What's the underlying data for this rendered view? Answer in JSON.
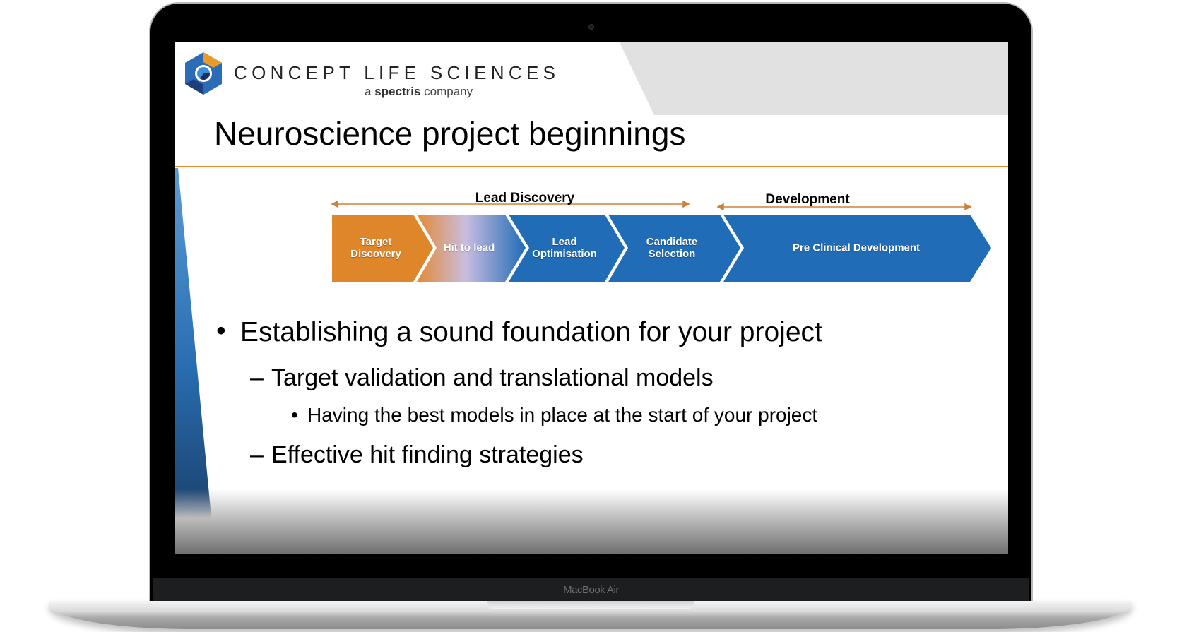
{
  "device": {
    "label": "MacBook Air"
  },
  "slide": {
    "brand": {
      "name": "CONCEPT LIFE SCIENCES",
      "tagline_prefix": "a",
      "tagline_brand": "spectris",
      "tagline_suffix": "company"
    },
    "title": "Neuroscience project beginnings",
    "phases": [
      {
        "label": "Lead Discovery"
      },
      {
        "label": "Development"
      }
    ],
    "steps": [
      {
        "line1": "Target",
        "line2": "Discovery"
      },
      {
        "line1": "Hit to lead",
        "line2": ""
      },
      {
        "line1": "Lead",
        "line2": "Optimisation"
      },
      {
        "line1": "Candidate",
        "line2": "Selection"
      },
      {
        "line1": "Pre Clinical Development",
        "line2": ""
      }
    ],
    "bullets": {
      "level1": "Establishing a sound foundation for your project",
      "level2a": "Target validation and translational models",
      "level3": "Having the best models in place at the start of your project",
      "level2b": "Effective hit finding strategies",
      "bullet_glyph": "•",
      "dash_glyph": "–"
    },
    "colors": {
      "orange": "#E0862A",
      "blue": "#206CB6",
      "rule": "#E08A2E"
    }
  }
}
